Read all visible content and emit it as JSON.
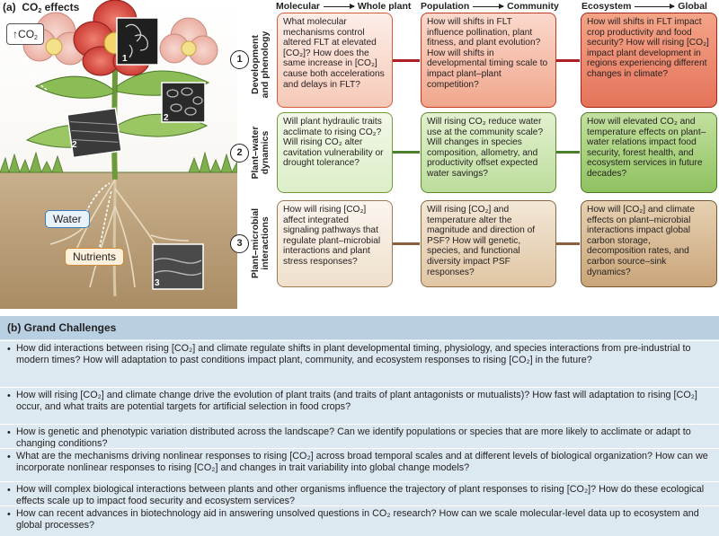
{
  "panel_a": {
    "label": "(a)",
    "title_prefix": "CO",
    "title_sub": "2",
    "title_suffix": " effects",
    "co2_tag": {
      "arrow": "↑",
      "text": "CO",
      "sub": "2"
    },
    "water_label": "Water",
    "nutrients_label": "Nutrients",
    "image_numbers": [
      "1",
      "2",
      "2",
      "3"
    ]
  },
  "headers": {
    "col1_left": "Molecular",
    "col1_right": "Whole plant",
    "col2_left": "Population",
    "col2_right": "Community",
    "col3_left": "Ecosystem",
    "col3_right": "Global"
  },
  "rows": [
    {
      "number": "1",
      "label_line1": "Development",
      "label_line2": "and phenology",
      "cells": [
        "What molecular mechanisms control altered FLT at elevated [CO₂]? How does the same increase in [CO₂] cause both accelerations and delays in FLT?",
        "How will shifts in FLT influence pollination, plant fitness, and plant evolution? How will shifts in developmental timing scale to impact plant–plant competition?",
        "How will shifts in FLT impact crop productivity and food security? How will rising [CO₂] impact plant development in regions experiencing different changes in climate?"
      ]
    },
    {
      "number": "2",
      "label_line1": "Plant–water",
      "label_line2": "dynamics",
      "cells": [
        "Will plant hydraulic traits acclimate to rising CO₂? Will rising CO₂ alter cavitation vulnerability or drought tolerance?",
        "Will rising CO₂ reduce water use at the community scale? Will changes in species composition, allometry, and productivity offset expected water savings?",
        "How will elevated CO₂ and temperature effects on plant–water relations impact food security, forest health, and ecosystem services in future decades?"
      ]
    },
    {
      "number": "3",
      "label_line1": "Plant–microbial",
      "label_line2": "interactions",
      "cells": [
        "How will rising [CO₂] affect integrated signaling pathways that regulate plant–microbial interactions and plant stress responses?",
        "Will rising [CO₂] and temperature alter the magnitude and direction of PSF? How will genetic, species, and functional diversity impact PSF responses?",
        "How will [CO₂] and climate effects on plant–microbial interactions impact global carbon storage, decomposition rates, and carbon source–sink dynamics?"
      ]
    }
  ],
  "grand_challenges": {
    "title": "(b) Grand Challenges",
    "bullet": "•",
    "items": [
      "How did interactions between rising [CO₂] and climate regulate shifts in plant developmental timing, physiology, and species interactions from pre-industrial to modern times? How will adaptation to past conditions impact plant, community, and ecosystem responses to rising [CO₂] in the future?",
      "How will rising [CO₂] and climate change drive the evolution of plant traits (and traits of plant antagonists or mutualists)? How fast will adaptation to rising [CO₂] occur, and what traits are potential targets for artificial selection in food crops?",
      "How is genetic and phenotypic variation distributed across the landscape? Can we identify populations or species that are more likely to acclimate or adapt to changing conditions?",
      "What are the mechanisms driving nonlinear responses to rising [CO₂] across broad temporal scales and at different levels of biological organization? How can we incorporate nonlinear responses to rising [CO₂] and changes in trait variability into global change models?",
      "How will complex biological interactions between plants and other organisms influence the trajectory of plant responses to rising [CO₂]? How do these ecological effects scale up to impact food security and ecosystem services?",
      "How can recent advances in biotechnology aid in answering unsolved questions in CO₂ research? How can we scale molecular-level data up to ecosystem and global processes?"
    ]
  },
  "colors": {
    "row1_arrow": "#b01e23",
    "row2_arrow": "#4c7f2a",
    "row3_arrow": "#8a6040",
    "challenges_bg": "#dde9f1",
    "challenges_header": "#b8d0e2"
  }
}
